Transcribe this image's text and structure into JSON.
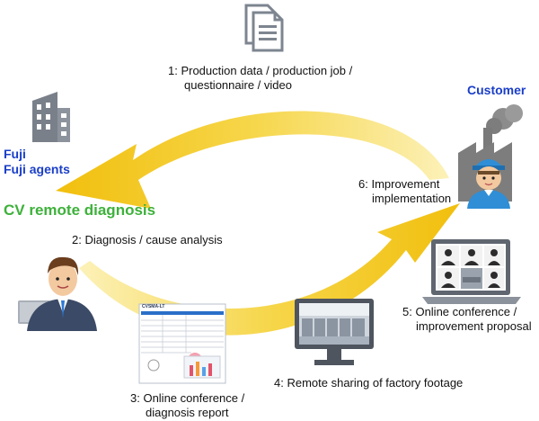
{
  "left_party": {
    "name_line1": "Fuji",
    "name_line2": "Fuji agents",
    "service_title": "CV remote diagnosis"
  },
  "right_party": {
    "name": "Customer"
  },
  "steps": [
    {
      "line1": "1: Production data / production job /",
      "line2": "questionnaire / video"
    },
    {
      "line1": "2: Diagnosis / cause analysis"
    },
    {
      "line1": "3: Online conference /",
      "line2": "diagnosis report"
    },
    {
      "line1": "4: Remote sharing of factory footage"
    },
    {
      "line1": "5: Online conference /",
      "line2": "improvement proposal"
    },
    {
      "line1": "6: Improvement",
      "line2": "implementation"
    }
  ],
  "report": {
    "header": "CVSMA-LT"
  },
  "colors": {
    "arrow_gold": "#f2c30f",
    "arrow_light": "#fbeaa0",
    "title_blue": "#1a3ec8",
    "title_green": "#3db13a"
  },
  "icons": [
    "documents-icon",
    "office-building-icon",
    "factory-worker-icon",
    "consultant-icon",
    "laptop-video-call-icon",
    "monitor-factory-icon",
    "report-document-icon"
  ]
}
